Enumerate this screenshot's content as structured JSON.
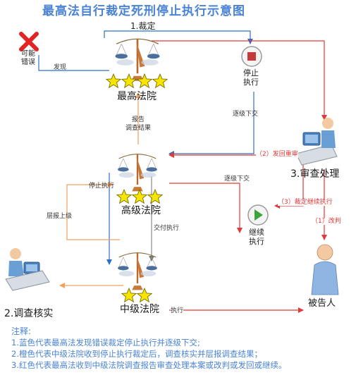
{
  "title": "最高法自行裁定死刑停止执行示意图",
  "nodes": {
    "supreme_court": "最高法院",
    "high_court": "高级法院",
    "intermediate_court": "中级法院",
    "stop_execution": "停止执行",
    "resume_execution": "继续执行",
    "review": "3.审查处理",
    "investigation": "2.调查核实",
    "defendant": "被告人",
    "possible_error_line1": "可能",
    "possible_error_line2": "错误"
  },
  "edges": {
    "ruling": "1.裁定",
    "discover": "发现",
    "report_investigation_line1": "报告",
    "report_investigation_line2": "调查结果",
    "stop_line1": "停止执行",
    "transmit_down_1": "逐级下交",
    "transmit_down_2": "逐级下交",
    "send_back_retrial": "（2）发回重审",
    "ruling_continue": "（3）裁定继续执行",
    "amend_judgment": "（1）改判",
    "report_up": "层报上级",
    "deliver_execution": "交付执行",
    "execution": "执行"
  },
  "notes": {
    "heading": "注释:",
    "lines": [
      "1.蓝色代表最高法发现错误裁定停止执行并逐级下交;",
      "2.橙色代表中级法院收到停止执行裁定后，调查核实并层报调查结果；",
      "3.红色代表最高法收到中级法院调查报告审查处理本案或改判或发回或继续。"
    ]
  },
  "colors": {
    "blue": "#2e6fc4",
    "orange": "#f0a060",
    "red": "#e03a3a",
    "title": "#4a83d4",
    "star": "#f5e500"
  },
  "icons": [
    "red-x-icon",
    "scales-of-justice-icon",
    "star-icon",
    "stop-button-icon",
    "play-button-icon",
    "office-worker-icon",
    "person-icon"
  ]
}
